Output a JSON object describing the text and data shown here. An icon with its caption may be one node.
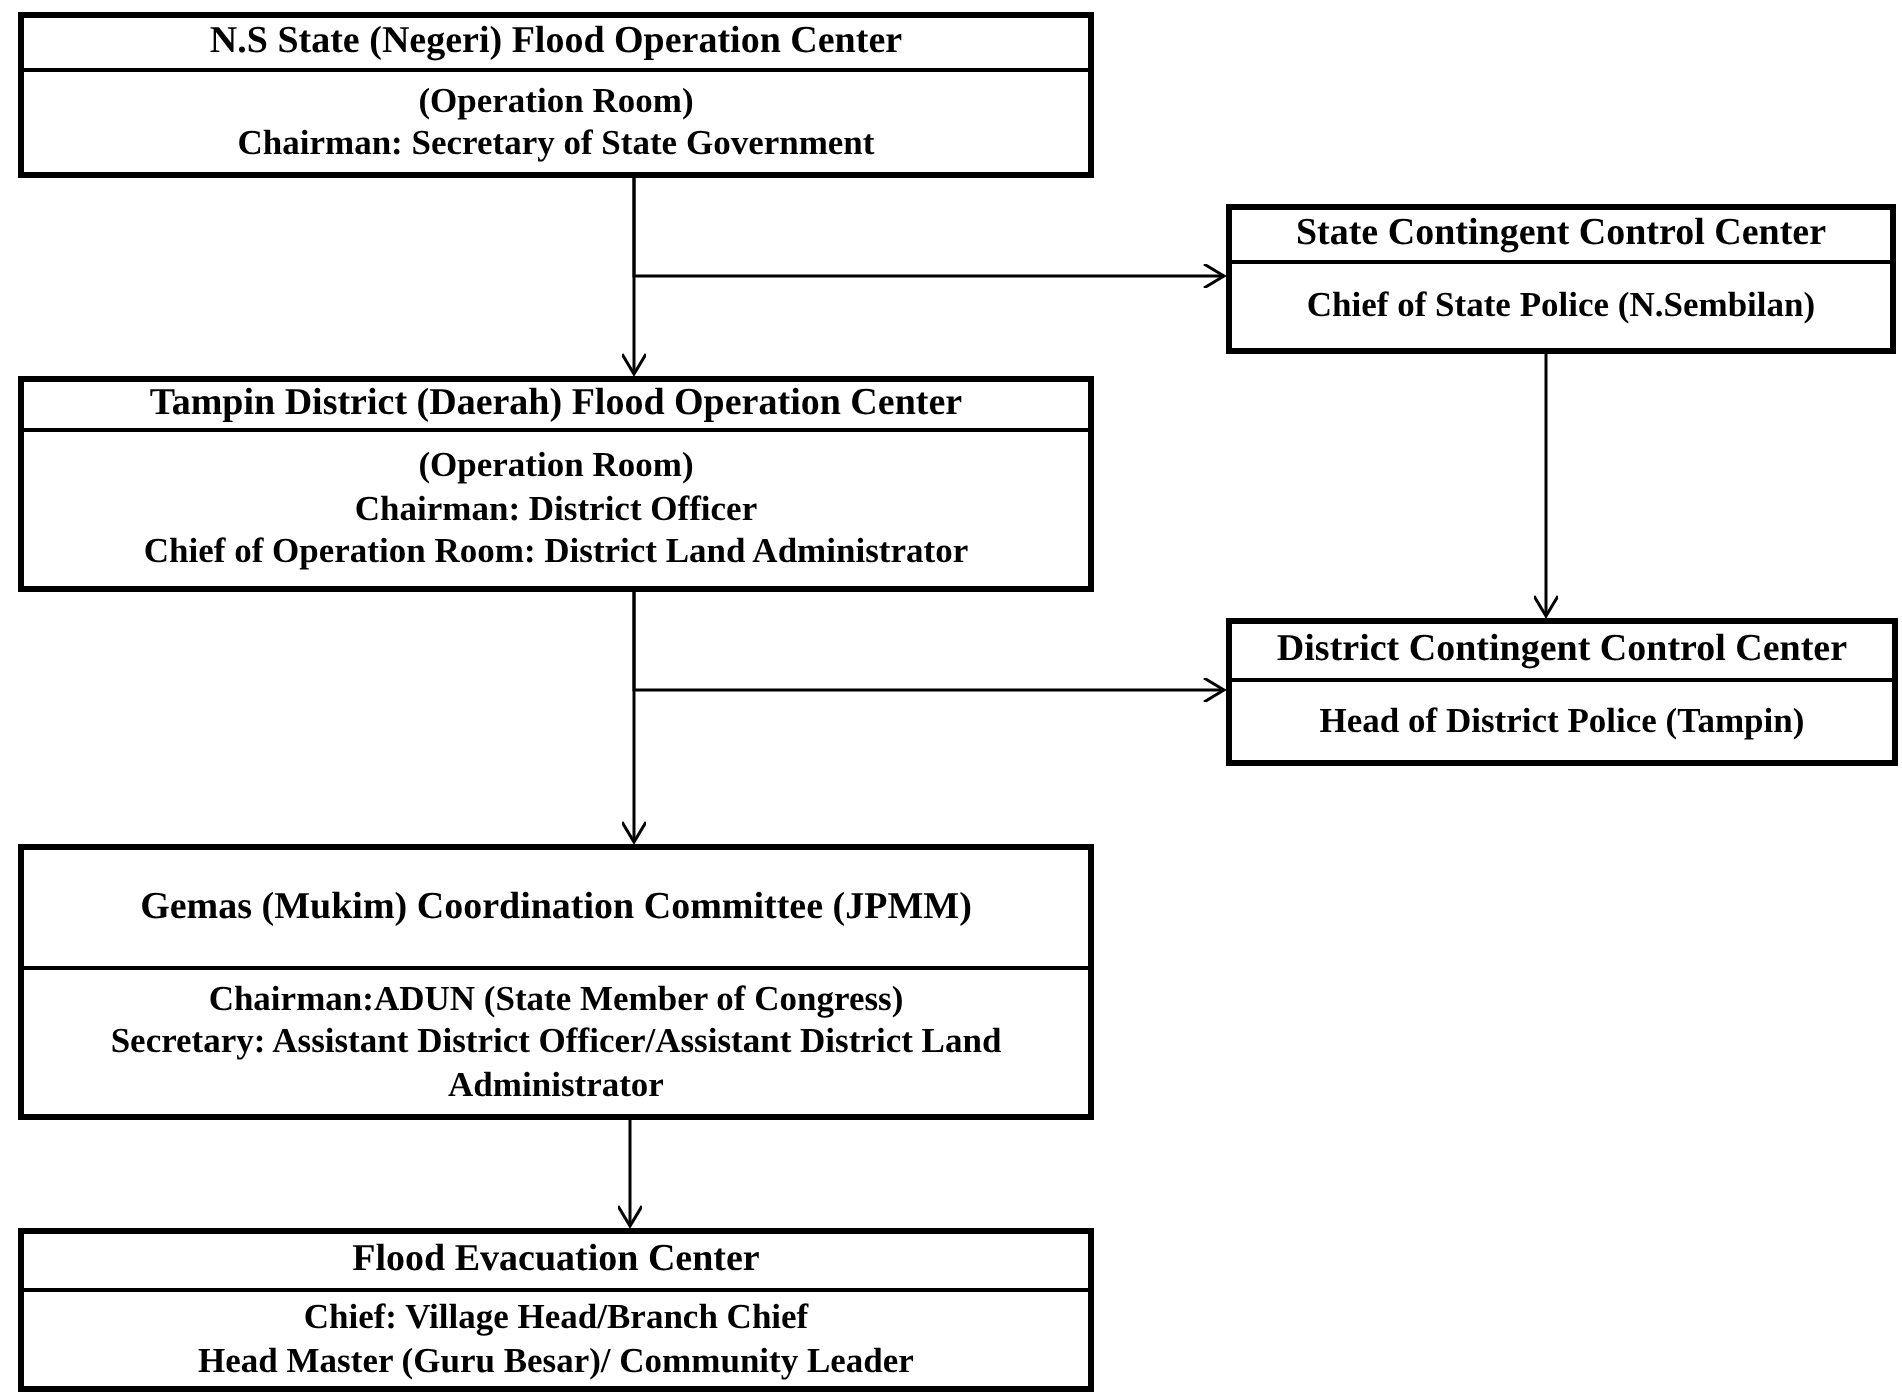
{
  "diagram": {
    "nodes": [
      {
        "text": [
          "N.S State (Negeri) Flood Operation Center",
          "(Operation Room)",
          "Chairman: Secretary of State Government"
        ]
      },
      {
        "text": [
          "State Contingent Control Center",
          "Chief of State Police (N.Sembilan)"
        ]
      },
      {
        "text": [
          "Tampin District (Daerah) Flood Operation Center",
          "(Operation Room)",
          "Chairman: District Officer",
          "Chief of Operation Room: District Land Administrator"
        ]
      },
      {
        "text": [
          "District Contingent Control Center",
          "Head of District Police (Tampin)"
        ]
      },
      {
        "text": [
          "Gemas (Mukim) Coordination Committee  (JPMM)",
          "Chairman:ADUN (State Member of Congress)",
          "Secretary: Assistant District Officer/Assistant District Land Administrator"
        ]
      },
      {
        "text": [
          "Flood Evacuation Center",
          "Chief: Village Head/Branch Chief",
          "Head Master (Guru Besar)/ Community Leader"
        ]
      }
    ],
    "edges": [
      {
        "from": 0,
        "to": 2,
        "arrow": "to"
      },
      {
        "from": 0,
        "to": 1,
        "arrow": "to"
      },
      {
        "from": 1,
        "to": 3,
        "arrow": "to"
      },
      {
        "from": 2,
        "to": 4,
        "arrow": "to"
      },
      {
        "from": 2,
        "to": 3,
        "arrow": "to"
      },
      {
        "from": 4,
        "to": 5,
        "arrow": "to"
      }
    ]
  }
}
